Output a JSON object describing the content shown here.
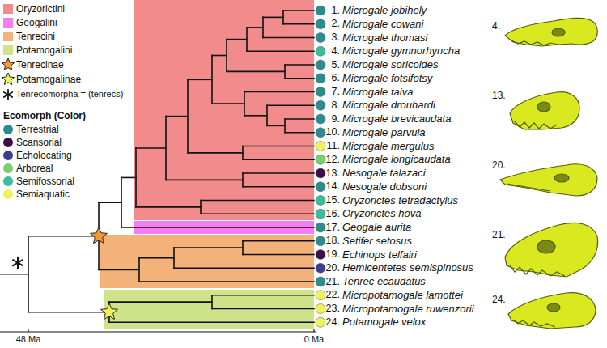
{
  "diagram": {
    "labels": [
      "1.",
      "Microgale jobihely",
      "2.",
      "Microgale cowani",
      "3.",
      "Microgale thomasi",
      "4.",
      "Microgale gymnorhyncha",
      "5.",
      "Microgale soricoides",
      "6.",
      "Microgale fotsifotsy",
      "7.",
      "Microgale taiva",
      "8.",
      "Microgale drouhardi",
      "9.",
      "Microgale brevicaudata",
      "10.",
      "Microgale parvula",
      "11.",
      "Microgale mergulus",
      "12.",
      "Microgale longicaudata",
      "13.",
      "Nesogale talazaci",
      "14.",
      "Nesogale dobsoni",
      "15.",
      "Oryzorictes tetradactylus",
      "16.",
      "Oryzorictes hova",
      "17.",
      "Geogale aurita",
      "18.",
      "Setifer setosus",
      "19.",
      "Echinops telfairi",
      "20.",
      "Hemicentetes semispinosus",
      "21.",
      "Tenrec ecaudatus",
      "22.",
      "Micropotamogale lamottei",
      "23.",
      "Micropotamogale ruwenzorii",
      "24.",
      "Potamogale velox",
      "4.",
      "13.",
      "20.",
      "21.",
      "24.",
      "Ecomorph (Color)",
      "48 Ma",
      "0 Ma"
    ],
    "legend": [
      {
        "text": "Oryzorictini",
        "color": "#f28b8b"
      },
      {
        "text": "Geogalini",
        "color": "#f77cf2"
      },
      {
        "text": "Tenrecini",
        "color": "#f3b27a"
      },
      {
        "text": "Potamogalini",
        "color": "#cfe38a"
      },
      {
        "text": "Tenrecinae"
      },
      {
        "text": "Potamogalinae"
      },
      {
        "text": "Tenrecomorpha = (tenrecs)"
      },
      {
        "text": "Terrestrial",
        "color": "#2b8b8e"
      },
      {
        "text": "Scansorial",
        "color": "#3d0e4c"
      },
      {
        "text": "Echolocating",
        "color": "#3b3f8f"
      },
      {
        "text": "Arboreal",
        "color": "#79cf6c"
      },
      {
        "text": "Semifossorial",
        "color": "#3dbb9c"
      },
      {
        "text": "Semiaquatic",
        "color": "#eef25c"
      }
    ]
  }
}
